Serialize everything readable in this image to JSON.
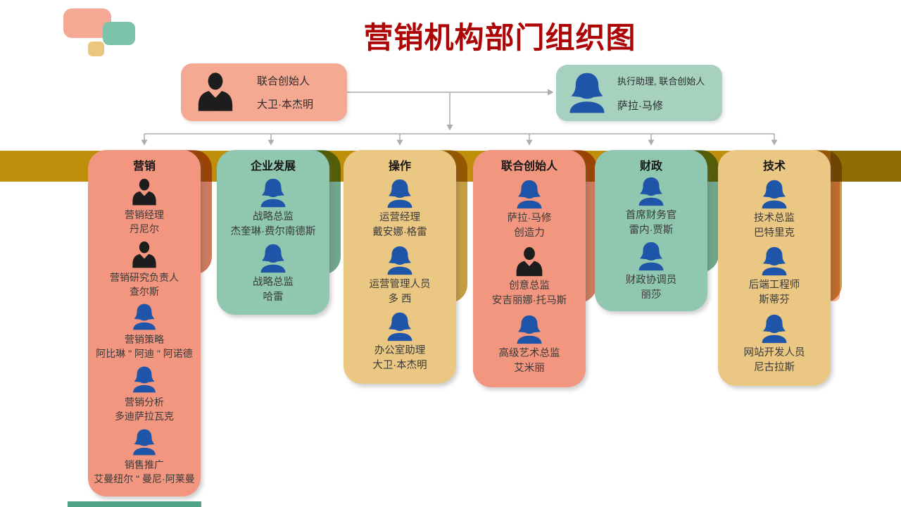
{
  "title": "营销机构部门组织图",
  "palette": {
    "title_red": "#ad0505",
    "salmon": "#F2967F",
    "green": "#90C7B0",
    "tan": "#EAC782",
    "gold_band": "#BF8E0B",
    "icon_blue": "#1f55a8",
    "icon_black": "#1d1d1d",
    "connector_gray": "#ACACAC",
    "teal_strip": "#4EA389"
  },
  "icons": {
    "male": "male-person-icon",
    "female": "female-person-icon"
  },
  "top_boxes": [
    {
      "role": "联合创始人",
      "name": "大卫·本杰明",
      "icon": "male"
    },
    {
      "role": "执行助理, 联合创始人",
      "name": "萨拉·马修",
      "icon": "female"
    }
  ],
  "departments": [
    {
      "name": "营销",
      "color": "salmon",
      "members": [
        {
          "icon": "male",
          "line1": "营销经理",
          "line2": "丹尼尔"
        },
        {
          "icon": "male",
          "line1": "营销研究负责人",
          "line2": "查尔斯"
        },
        {
          "icon": "female",
          "line1": "营销策略",
          "line2": "阿比琳 \" 阿迪 \" 阿诺德"
        },
        {
          "icon": "female",
          "line1": "营销分析",
          "line2": "多迪萨拉瓦克"
        },
        {
          "icon": "female",
          "line1": "销售推广",
          "line2": "艾曼纽尔 \" 曼尼·阿莱曼"
        }
      ]
    },
    {
      "name": "企业发展",
      "color": "green",
      "members": [
        {
          "icon": "female",
          "line1": "战略总监",
          "line2": "杰奎琳·费尔南德斯"
        },
        {
          "icon": "female",
          "line1": "战略总监",
          "line2": "哈雷"
        }
      ]
    },
    {
      "name": "操作",
      "color": "tan",
      "members": [
        {
          "icon": "female",
          "line1": "运营经理",
          "line2": "戴安娜·格雷"
        },
        {
          "icon": "female",
          "line1": "运营管理人员",
          "line2": "多 西"
        },
        {
          "icon": "female",
          "line1": "办公室助理",
          "line2": "大卫·本杰明"
        }
      ]
    },
    {
      "name": "联合创始人",
      "color": "salmon",
      "members": [
        {
          "icon": "female",
          "line1": "萨拉·马修",
          "line2": "创造力"
        },
        {
          "icon": "male",
          "line1": "创意总监",
          "line2": "安吉丽娜·托马斯"
        },
        {
          "icon": "female",
          "line1": "高级艺术总监",
          "line2": "艾米丽"
        }
      ]
    },
    {
      "name": "财政",
      "color": "green",
      "members": [
        {
          "icon": "female",
          "line1": "首席财务官",
          "line2": "雷内·贾斯"
        },
        {
          "icon": "female",
          "line1": "财政协调员",
          "line2": "丽莎"
        }
      ]
    },
    {
      "name": "技术",
      "color": "tan",
      "members": [
        {
          "icon": "female",
          "line1": "技术总监",
          "line2": "巴特里克"
        },
        {
          "icon": "female",
          "line1": "后端工程师",
          "line2": "斯蒂芬"
        },
        {
          "icon": "female",
          "line1": "网站开发人员",
          "line2": "尼古拉斯"
        }
      ]
    }
  ]
}
